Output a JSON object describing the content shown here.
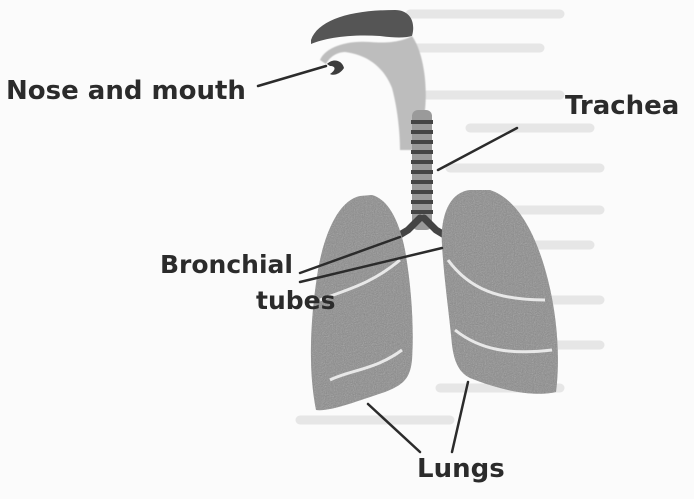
{
  "labels": {
    "nose_and_mouth": "Nose and mouth",
    "trachea": "Trachea",
    "bronchial": "Bronchial",
    "tubes": "tubes",
    "lungs": "Lungs"
  },
  "colors": {
    "ink": "#2b2b2b",
    "lung_fill": "#8a8a8a",
    "background": "#fbfbfb",
    "faded_text": "#e6e6e6"
  }
}
